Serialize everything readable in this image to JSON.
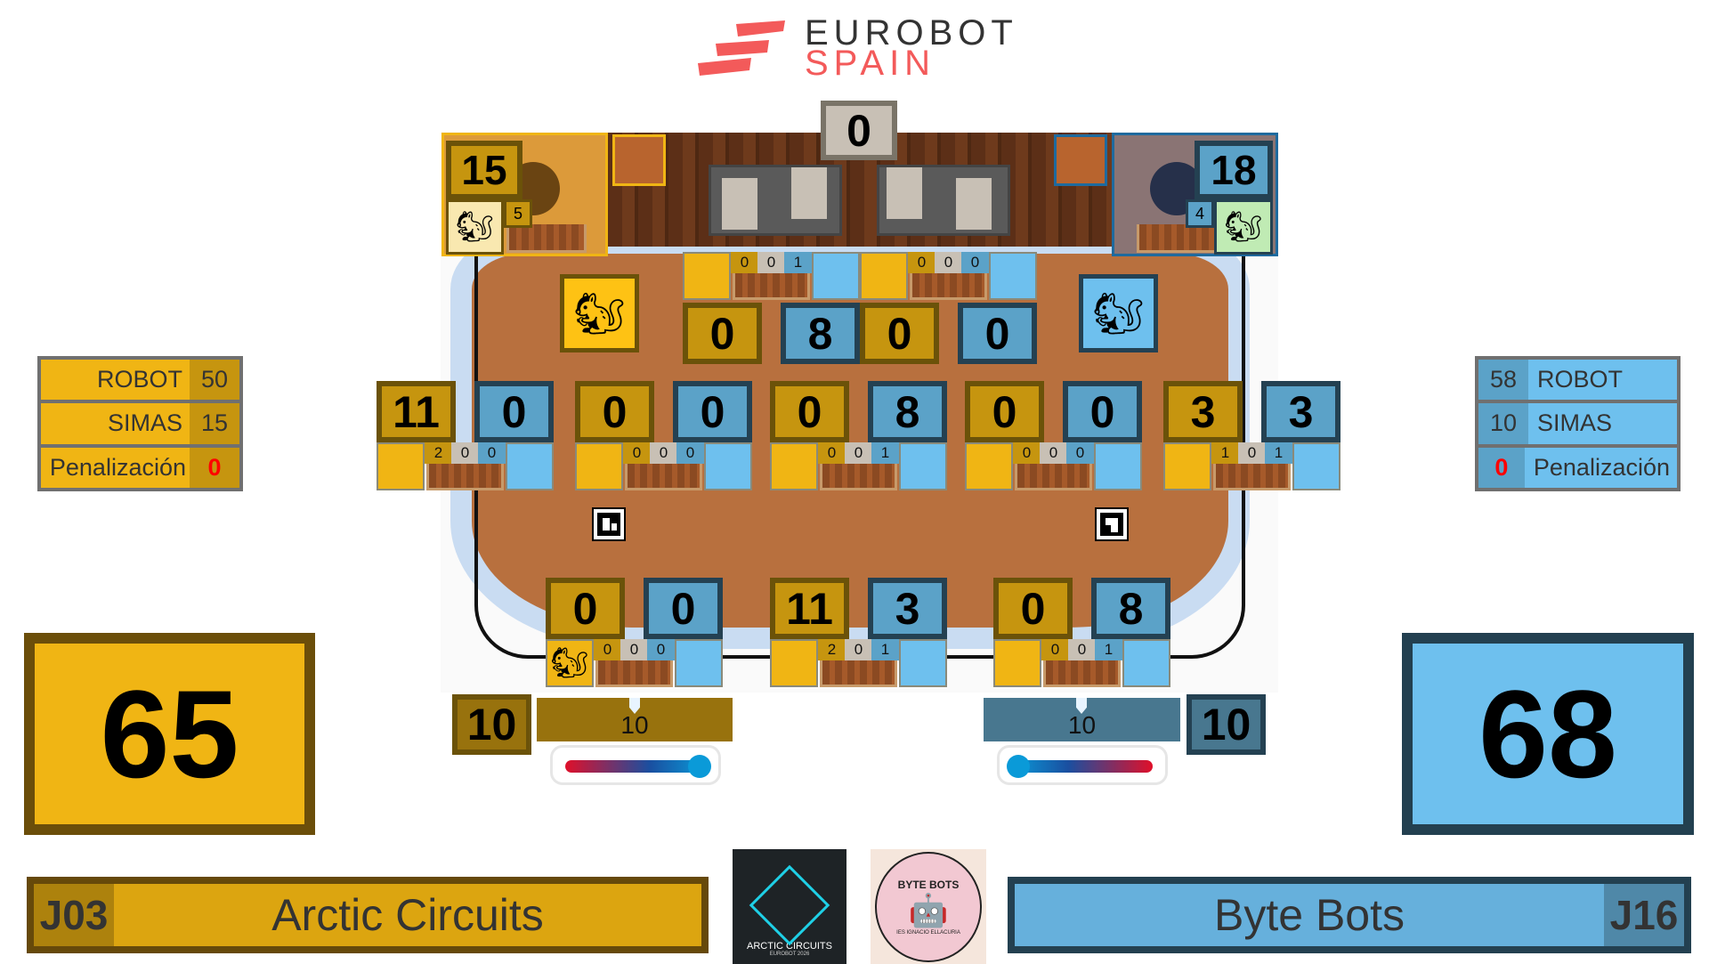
{
  "header": {
    "logo_line1": "EUROBOT",
    "logo_line2": "SPAIN"
  },
  "field": {
    "center_top_score": "0",
    "yellow_nest": {
      "score": "15",
      "count": "5"
    },
    "blue_nest": {
      "score": "18",
      "count": "4"
    },
    "top_zones": [
      {
        "yellow": "0",
        "blue": "8",
        "counts": [
          "0",
          "0",
          "1"
        ]
      },
      {
        "yellow": "0",
        "blue": "0",
        "counts": [
          "0",
          "0",
          "0"
        ]
      }
    ],
    "middle_zones": [
      {
        "yellow": "11",
        "blue": "0",
        "counts": [
          "2",
          "0",
          "0"
        ]
      },
      {
        "yellow": "0",
        "blue": "0",
        "counts": [
          "0",
          "0",
          "0"
        ]
      },
      {
        "yellow": "0",
        "blue": "8",
        "counts": [
          "0",
          "0",
          "1"
        ]
      },
      {
        "yellow": "0",
        "blue": "0",
        "counts": [
          "0",
          "0",
          "0"
        ]
      },
      {
        "yellow": "3",
        "blue": "3",
        "counts": [
          "1",
          "0",
          "1"
        ]
      }
    ],
    "bottom_zones": [
      {
        "yellow": "0",
        "blue": "0",
        "counts": [
          "0",
          "0",
          "0"
        ]
      },
      {
        "yellow": "11",
        "blue": "3",
        "counts": [
          "2",
          "0",
          "1"
        ]
      },
      {
        "yellow": "0",
        "blue": "8",
        "counts": [
          "0",
          "0",
          "1"
        ]
      }
    ]
  },
  "thermometer": {
    "yellow": {
      "score": "10",
      "bar_value": "10"
    },
    "blue": {
      "score": "10",
      "bar_value": "10"
    }
  },
  "yellow_table": [
    {
      "label": "ROBOT",
      "value": "50"
    },
    {
      "label": "SIMAS",
      "value": "15"
    },
    {
      "label": "Penalización",
      "value": "0"
    }
  ],
  "blue_table": [
    {
      "label": "ROBOT",
      "value": "58"
    },
    {
      "label": "SIMAS",
      "value": "10"
    },
    {
      "label": "Penalización",
      "value": "0"
    }
  ],
  "totals": {
    "yellow": "65",
    "blue": "68"
  },
  "teams": {
    "yellow": {
      "code": "J03",
      "name": "Arctic Circuits",
      "logo_text": "ARCTIC CIRCUITS",
      "logo_sub": "EUROBOT 2026"
    },
    "blue": {
      "code": "J16",
      "name": "Byte Bots",
      "logo_text": "BYTE BOTS",
      "logo_sub": "IES IGNACIO ELLACURIA"
    }
  },
  "colors": {
    "yellow": "#f0b514",
    "yellow_dark": "#c6950f",
    "blue": "#6ec0ee",
    "blue_dark": "#5ba2c8",
    "penalty": "#ff0000"
  }
}
